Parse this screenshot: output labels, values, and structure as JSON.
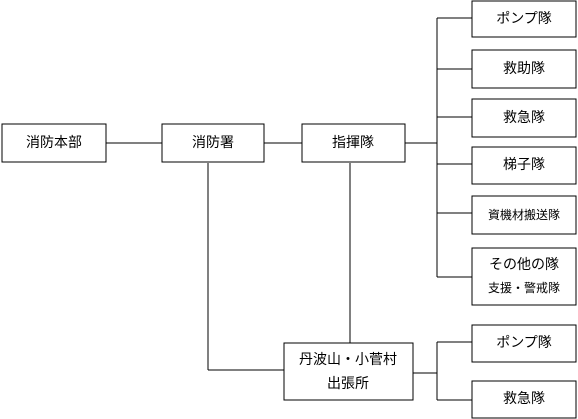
{
  "hq": "消防本部",
  "station": "消防署",
  "command": "指揮隊",
  "units": {
    "pump": "ポンプ隊",
    "rescue": "救助隊",
    "ambulance": "救急隊",
    "ladder": "梯子隊",
    "transport": "資機材搬送隊",
    "other_title": "その他の隊",
    "other_sub": "支援・警戒隊"
  },
  "branch": {
    "line1": "丹波山・小菅村",
    "line2": "出張所",
    "pump": "ポンプ隊",
    "ambulance": "救急隊"
  }
}
